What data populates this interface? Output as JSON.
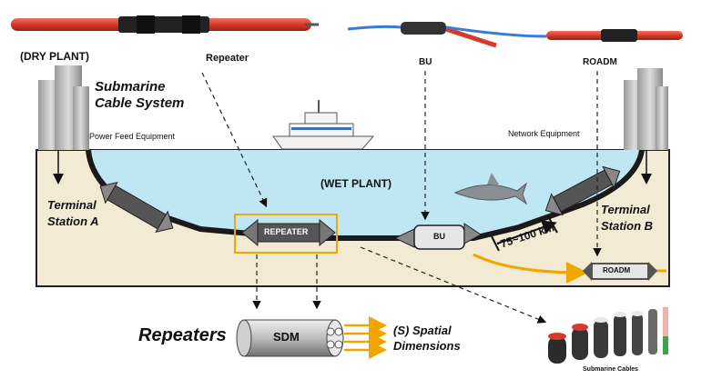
{
  "labels": {
    "dry_plant": "(DRY PLANT)",
    "repeater_top": "Repeater",
    "bu_top": "BU",
    "roadm_top": "ROADM",
    "submarine_cable_system": "Submarine\nCable System",
    "power_feed": "Power Feed Equipment",
    "network_equipment": "Network Equipment",
    "wet_plant": "(WET PLANT)",
    "terminal_a": "Terminal\nStation A",
    "terminal_b": "Terminal\nStation B",
    "repeater_box": "REPEATER",
    "bu_box": "BU",
    "distance": "75~100 km",
    "roadm_box": "ROADM",
    "repeaters_big": "Repeaters",
    "sdm": "SDM",
    "spatial_dimensions": "(S) Spatial\nDimensions",
    "submarine_cables": "Submarine Cables"
  },
  "colors": {
    "sea": "#bfe6f3",
    "seabed": "#f3ead4",
    "cable": "#1a1a1a",
    "accent_orange": "#f0a500",
    "box_fill": "#555555",
    "red_cable": "#d63a2a"
  }
}
